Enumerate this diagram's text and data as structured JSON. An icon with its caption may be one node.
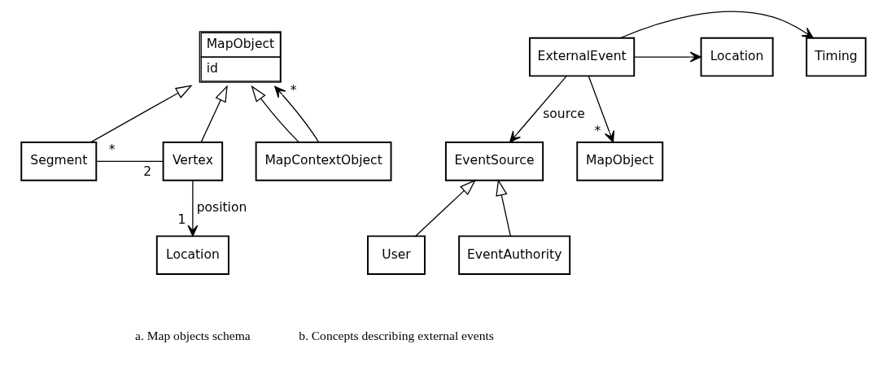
{
  "diagram": {
    "nodes": [
      {
        "text": [
          "MapObject",
          "id"
        ]
      },
      {
        "text": [
          "Segment"
        ]
      },
      {
        "text": [
          "Vertex"
        ]
      },
      {
        "text": [
          "MapContextObject"
        ]
      },
      {
        "text": [
          "Location"
        ]
      },
      {
        "text": [
          "Timing"
        ]
      },
      {
        "text": [
          "ExternalEvent"
        ]
      },
      {
        "text": [
          "Location"
        ]
      },
      {
        "text": [
          "EventSource"
        ]
      },
      {
        "text": [
          "MapObject"
        ]
      },
      {
        "text": [
          "User"
        ]
      },
      {
        "text": [
          "EventAuthority"
        ]
      }
    ],
    "edges": [
      {
        "from": 1,
        "to": 0,
        "arrow": "to"
      },
      {
        "from": 2,
        "to": 0,
        "arrow": "to"
      },
      {
        "from": 3,
        "to": 0,
        "arrow": "to"
      },
      {
        "from": 3,
        "to": 0,
        "arrow": "to"
      },
      {
        "from": 1,
        "to": 2,
        "arrow": "none"
      },
      {
        "from": 2,
        "to": 4,
        "arrow": "to",
        "label": "position"
      },
      {
        "from": 6,
        "to": 5,
        "arrow": "to"
      },
      {
        "from": 6,
        "to": 7,
        "arrow": "to"
      },
      {
        "from": 6,
        "to": 8,
        "arrow": "to",
        "label": "source"
      },
      {
        "from": 6,
        "to": 9,
        "arrow": "to"
      },
      {
        "from": 10,
        "to": 8,
        "arrow": "to"
      },
      {
        "from": 11,
        "to": 8,
        "arrow": "to"
      }
    ],
    "labels": [
      "*",
      "*",
      "2",
      "1",
      "*",
      "a. Map objects schema",
      "b. Concepts describing external events"
    ]
  }
}
